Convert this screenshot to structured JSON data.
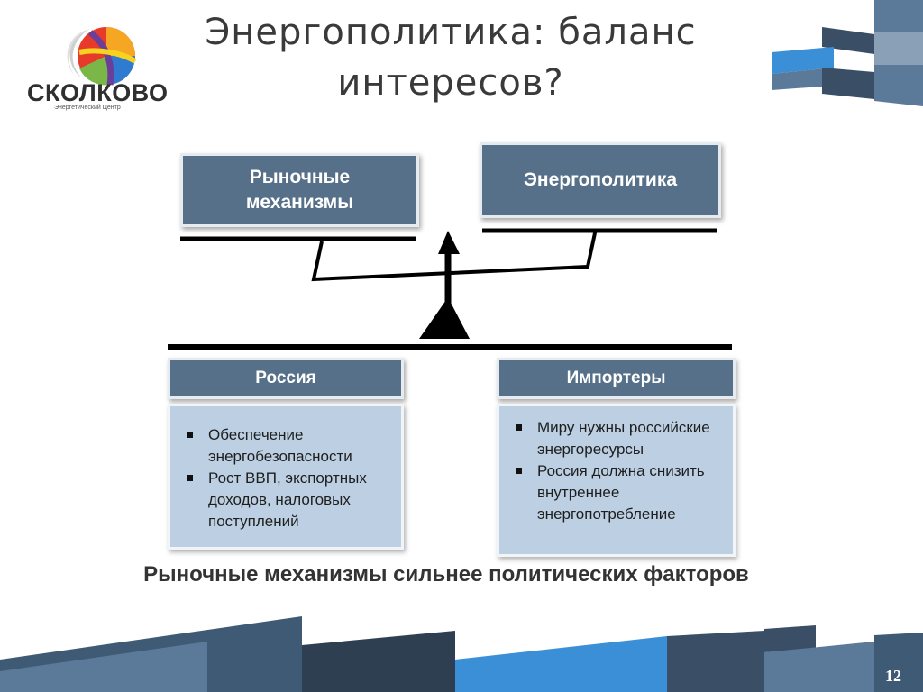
{
  "title": "Энергополитика: баланс интересов?",
  "logo": {
    "name": "СКОЛКОВО",
    "subtitle": "Энергетический Центр"
  },
  "scale": {
    "left_label": "Рыночные механизмы",
    "right_label": "Энергополитика"
  },
  "russia": {
    "header": "Россия",
    "items": [
      "Обеспечение энергобезопасности",
      "Рост ВВП, экспортных доходов, налоговых поступлений"
    ]
  },
  "importers": {
    "header": "Импортеры",
    "items": [
      "Миру нужны российские энергоресурсы",
      "Россия должна снизить внутреннее энергопотребление"
    ]
  },
  "conclusion": "Рыночные механизмы сильнее политических факторов",
  "page_number": "12",
  "colors": {
    "box_dark": "#567089",
    "box_light": "#bdd0e3",
    "deco_dark": "#3a4f66",
    "deco_mid": "#5b7a9a",
    "deco_light": "#3a8fd6"
  }
}
